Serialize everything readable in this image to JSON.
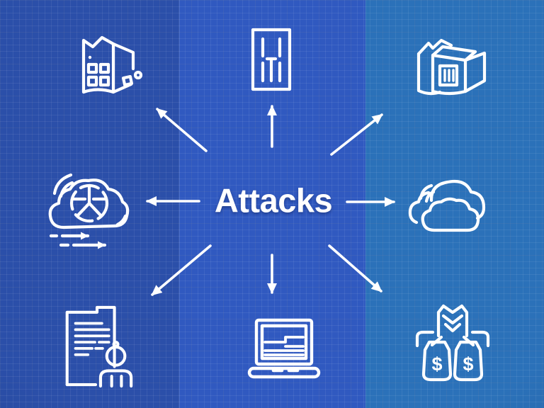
{
  "center": {
    "label": "Attacks"
  },
  "money_symbol": "$",
  "background": {
    "bands": [
      {
        "position": "left",
        "color": "#2b4fa9"
      },
      {
        "position": "middle",
        "color": "#3059c0"
      },
      {
        "position": "right",
        "color": "#2b71b9"
      }
    ],
    "grid": "blueprint-squares"
  },
  "style": {
    "line_color": "#ffffff",
    "text_color": "#ffffff"
  },
  "nodes": [
    {
      "position": "top-left",
      "icon": "building-icon"
    },
    {
      "position": "top-center",
      "icon": "server-icon"
    },
    {
      "position": "top-right",
      "icon": "package-icon"
    },
    {
      "position": "middle-left",
      "icon": "cloud-data-flow-icon"
    },
    {
      "position": "middle-right",
      "icon": "clouds-icon"
    },
    {
      "position": "bottom-left",
      "icon": "document-person-icon"
    },
    {
      "position": "bottom-center",
      "icon": "laptop-icon"
    },
    {
      "position": "bottom-right",
      "icon": "money-bags-icon"
    }
  ],
  "arrows": [
    "up-left",
    "up",
    "up-right",
    "left",
    "right",
    "down-left",
    "down",
    "down-right"
  ]
}
